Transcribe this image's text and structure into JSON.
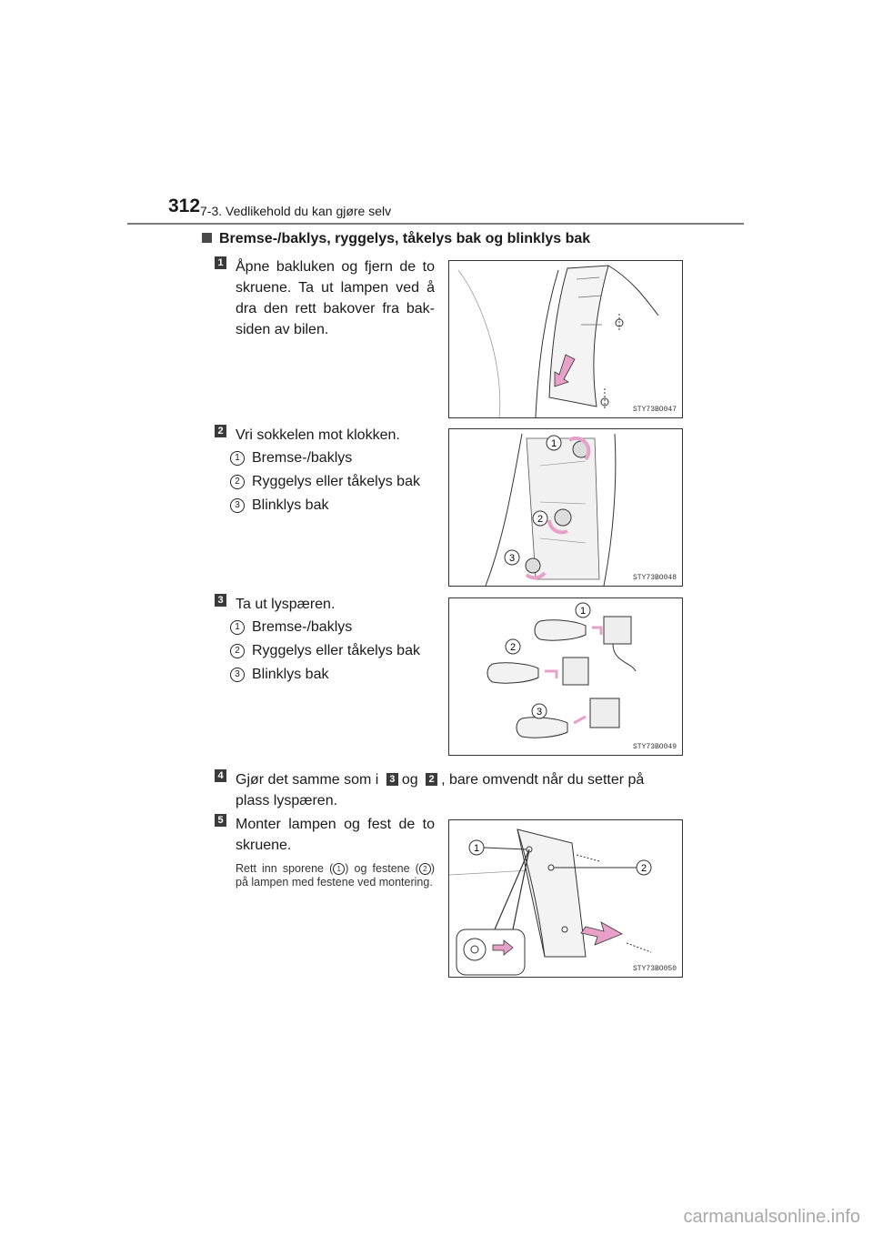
{
  "header": {
    "page_number": "312",
    "section": "7-3. Vedlikehold du kan gjøre selv"
  },
  "heading": "Bremse-/baklys, ryggelys, tåkelys bak og blinklys bak",
  "steps": [
    {
      "number": "1",
      "text": "Åpne bakluken og fjern de to skruene. Ta ut lampen ved å dra den rett bakover fra bak-siden av bilen.",
      "figure_id": "STY73BO047"
    },
    {
      "number": "2",
      "text": "Vri sokkelen mot klokken.",
      "items": [
        {
          "n": "1",
          "label": "Bremse-/baklys"
        },
        {
          "n": "2",
          "label": "Ryggelys eller tåkelys bak"
        },
        {
          "n": "3",
          "label": "Blinklys bak"
        }
      ],
      "figure_id": "STY73BO048"
    },
    {
      "number": "3",
      "text": "Ta ut lyspæren.",
      "items": [
        {
          "n": "1",
          "label": "Bremse-/baklys"
        },
        {
          "n": "2",
          "label": "Ryggelys eller tåkelys bak"
        },
        {
          "n": "3",
          "label": "Blinklys bak"
        }
      ],
      "figure_id": "STY73BO049"
    },
    {
      "number": "4",
      "text_before": "Gjør det samme som i",
      "ref_a": "3",
      "text_mid": "og",
      "ref_b": "2",
      "text_after": ", bare omvendt når du setter på plass lyspæren."
    },
    {
      "number": "5",
      "text": "Monter lampen og fest de to skruene.",
      "note_a": "Rett inn sporene (",
      "note_n1": "1",
      "note_b": ") og festene (",
      "note_n2": "2",
      "note_c": ") på lampen med festene ved montering.",
      "figure_id": "STY73BO050"
    }
  ],
  "figure_callouts": [
    "1",
    "2",
    "3"
  ],
  "watermark": "carmanualsonline.info",
  "colors": {
    "accent_pink": "#e8a0c8",
    "rule": "#7a7a7a",
    "step_box": "#3a3a3a"
  }
}
